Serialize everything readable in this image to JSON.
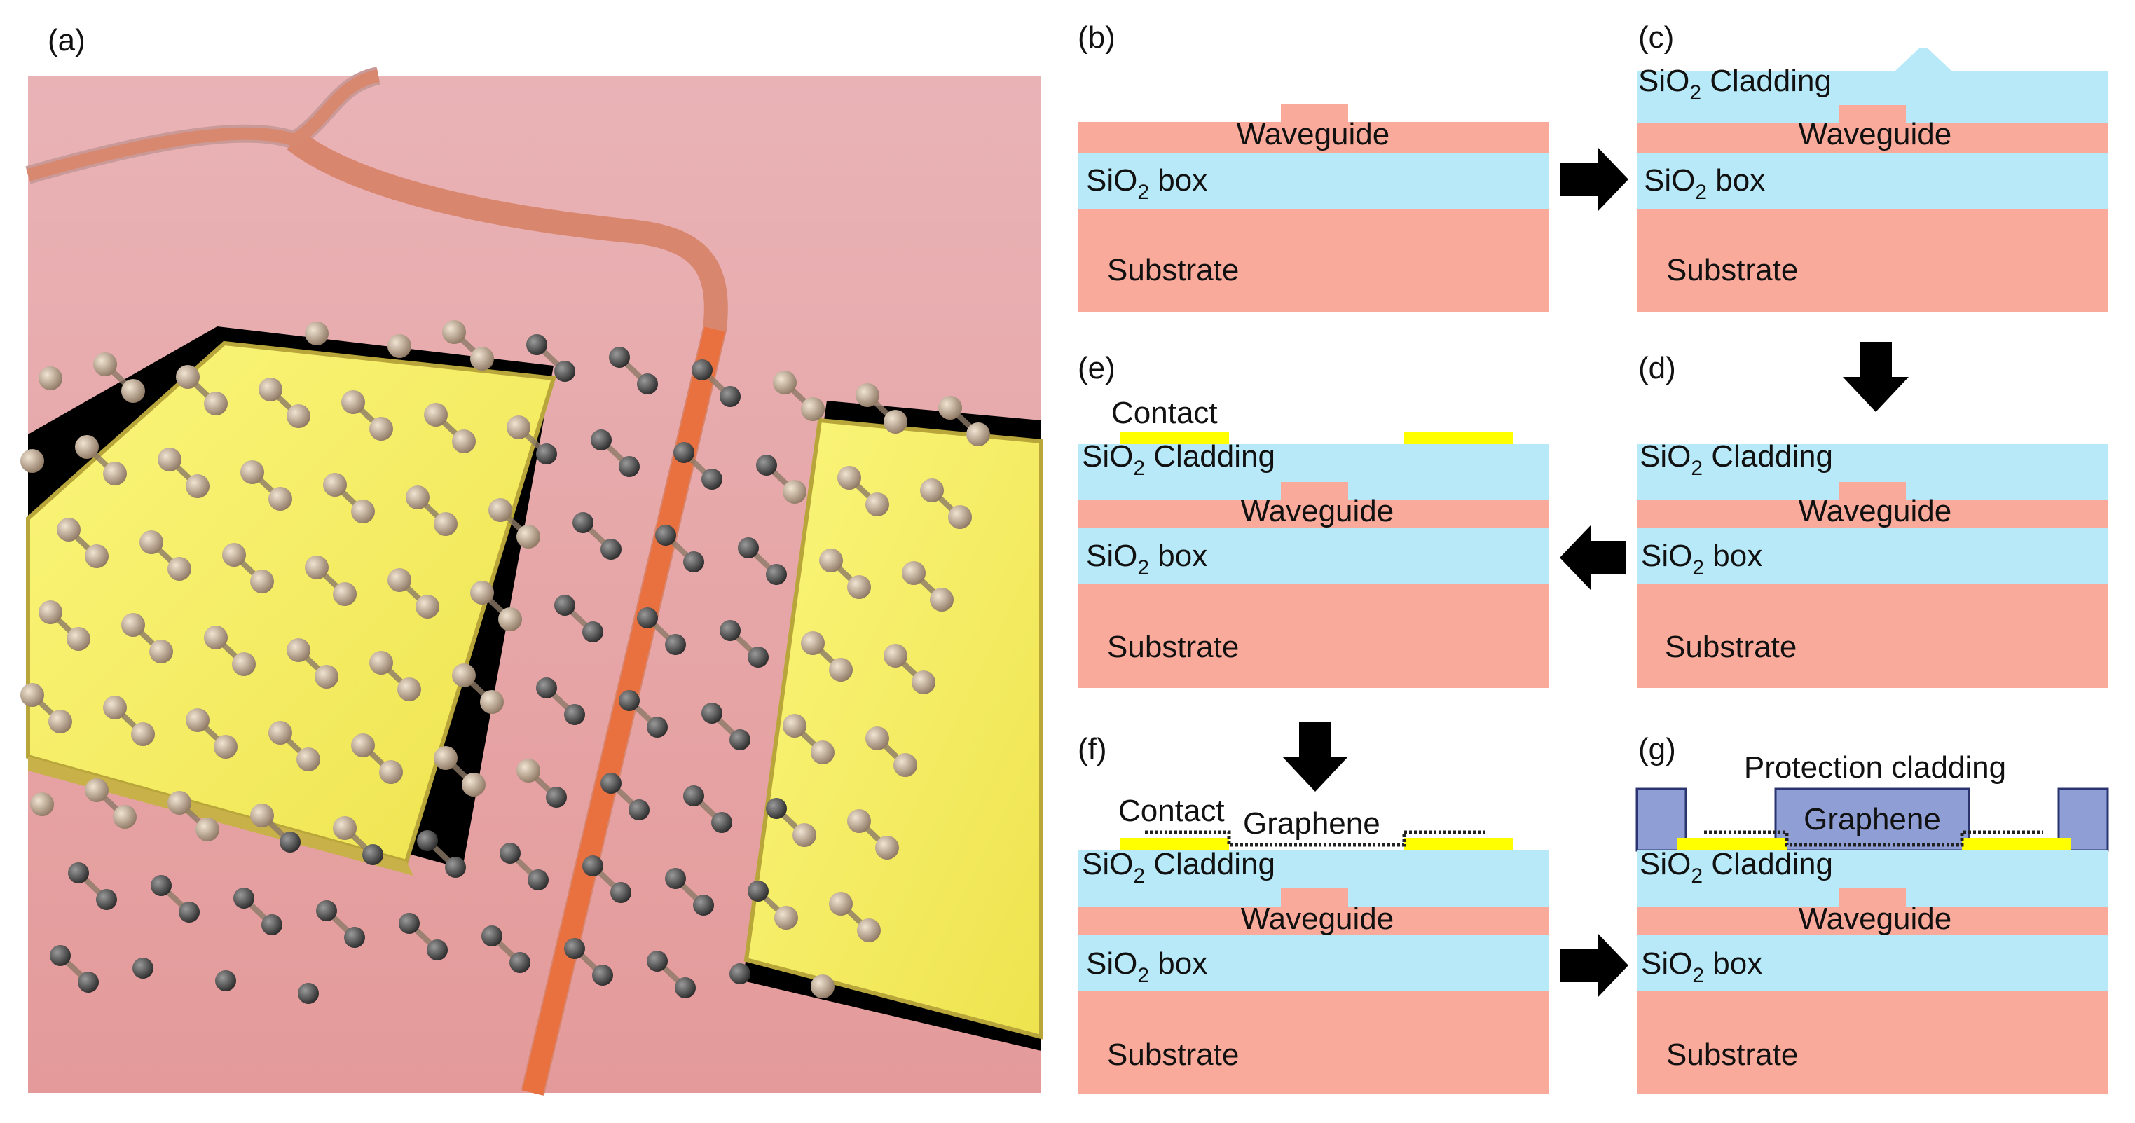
{
  "colors": {
    "substrate": "#f9aa9a",
    "oxide": "#b8e9f8",
    "contact": "#ffff00",
    "protection": "#8f9fd6",
    "arrow": "#000000",
    "gold_pad": "#f3f06a",
    "background_3d": "#e7a7a8",
    "waveguide_3d": "#e8744a",
    "atom": "#b8a690",
    "atom_dark": "#3a3a3a"
  },
  "panel_a": {
    "label": "(a)",
    "description_icons": [
      "graphene-lattice",
      "gold-electrode",
      "waveguide-splitter"
    ]
  },
  "panels": {
    "b": {
      "label": "(b)",
      "waveguide": "Waveguide",
      "box_pre": "SiO",
      "box_sub": "2",
      "box_post": " box",
      "substrate": "Substrate"
    },
    "c": {
      "label": "(c)",
      "clad_pre": "SiO",
      "clad_sub": "2",
      "clad_post": " Cladding",
      "waveguide": "Waveguide",
      "box_pre": "SiO",
      "box_sub": "2",
      "box_post": " box",
      "substrate": "Substrate"
    },
    "d": {
      "label": "(d)",
      "clad_pre": "SiO",
      "clad_sub": "2",
      "clad_post": " Cladding",
      "waveguide": "Waveguide",
      "box_pre": "SiO",
      "box_sub": "2",
      "box_post": " box",
      "substrate": "Substrate"
    },
    "e": {
      "label": "(e)",
      "contact": "Contact",
      "clad_pre": "SiO",
      "clad_sub": "2",
      "clad_post": " Cladding",
      "waveguide": "Waveguide",
      "box_pre": "SiO",
      "box_sub": "2",
      "box_post": " box",
      "substrate": "Substrate"
    },
    "f": {
      "label": "(f)",
      "contact": "Contact",
      "graphene": "Graphene",
      "clad_pre": "SiO",
      "clad_sub": "2",
      "clad_post": " Cladding",
      "waveguide": "Waveguide",
      "box_pre": "SiO",
      "box_sub": "2",
      "box_post": " box",
      "substrate": "Substrate"
    },
    "g": {
      "label": "(g)",
      "protection": "Protection cladding",
      "graphene": "Graphene",
      "clad_pre": "SiO",
      "clad_sub": "2",
      "clad_post": " Cladding",
      "waveguide": "Waveguide",
      "box_pre": "SiO",
      "box_sub": "2",
      "box_post": " box",
      "substrate": "Substrate"
    }
  }
}
